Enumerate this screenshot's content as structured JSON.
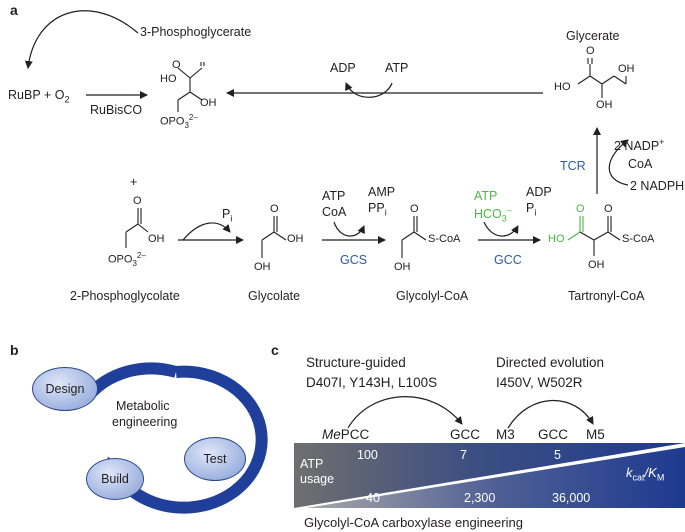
{
  "panels": {
    "a": "a",
    "b": "b",
    "c": "c"
  },
  "panel_a": {
    "phosphoglycerate": "3-Phosphoglycerate",
    "rubp": "RuBP",
    "plus_o2": "+",
    "o2": "O",
    "o2_sub": "2",
    "rubisco": "RuBisCO",
    "plus_lower": "+",
    "phosphoglycolate": "2-Phosphoglycolate",
    "glycolate": "Glycolate",
    "glycolyl_coa": "Glycolyl-CoA",
    "tartronyl_coa": "Tartronyl-CoA",
    "glycerate": "Glycerate",
    "adp": "ADP",
    "atp": "ATP",
    "pi1": "P",
    "pi1_sub": "i",
    "gcs_atp": "ATP",
    "gcs_coa": "CoA",
    "gcs_amp": "AMP",
    "gcs_ppi": "PP",
    "gcs_ppi_sub": "i",
    "gcs": "GCS",
    "gcc_atp": "ATP",
    "gcc_hco3": "HCO",
    "gcc_hco3_sub": "3",
    "gcc_hco3_sup": "–",
    "gcc_adp": "ADP",
    "gcc_pi": "P",
    "gcc_pi_sub": "i",
    "gcc": "GCC",
    "tcr": "TCR",
    "nadp_out": "2 NADP",
    "nadp_out_sup": "+",
    "tcr_coa": "CoA",
    "nadph_in": "2 NADPH",
    "atom_o": "O",
    "atom_ho": "HO",
    "atom_oh": "OH",
    "opo3": "OPO",
    "opo3_sub": "3",
    "opo3_sup": "2–",
    "scoa": "S-CoA"
  },
  "panel_b": {
    "design": "Design",
    "build": "Build",
    "test": "Test",
    "center_line1": "Metabolic",
    "center_line2": "engineering"
  },
  "panel_c": {
    "structure_guided": "Structure-guided",
    "mutations_sg": "D407I, Y143H, L100S",
    "directed_evolution": "Directed evolution",
    "mutations_de": "I450V, W502R",
    "mepcc": "PCC",
    "mepcc_prefix": "Me",
    "gcc1": "GCC",
    "m3": "M3",
    "gcc2": "GCC",
    "m5": "M5",
    "atp_usage_1": "ATP",
    "atp_usage_2": "usage",
    "atp_values": [
      "100",
      "7",
      "5"
    ],
    "kcat_values": [
      "40",
      "2,300",
      "36,000"
    ],
    "kcat_label": "k",
    "kcat_sub": "cat",
    "km_label": "/K",
    "km_sub": "M",
    "caption": "Glycolyl-CoA carboxylase engineering"
  },
  "colors": {
    "blue_text": "#2d5aa8",
    "green": "#4cb848",
    "cycle_blue": "#1f3f9a",
    "wedge_dark": "#1d3a8f",
    "wedge_grey": "#7c7c7c"
  }
}
